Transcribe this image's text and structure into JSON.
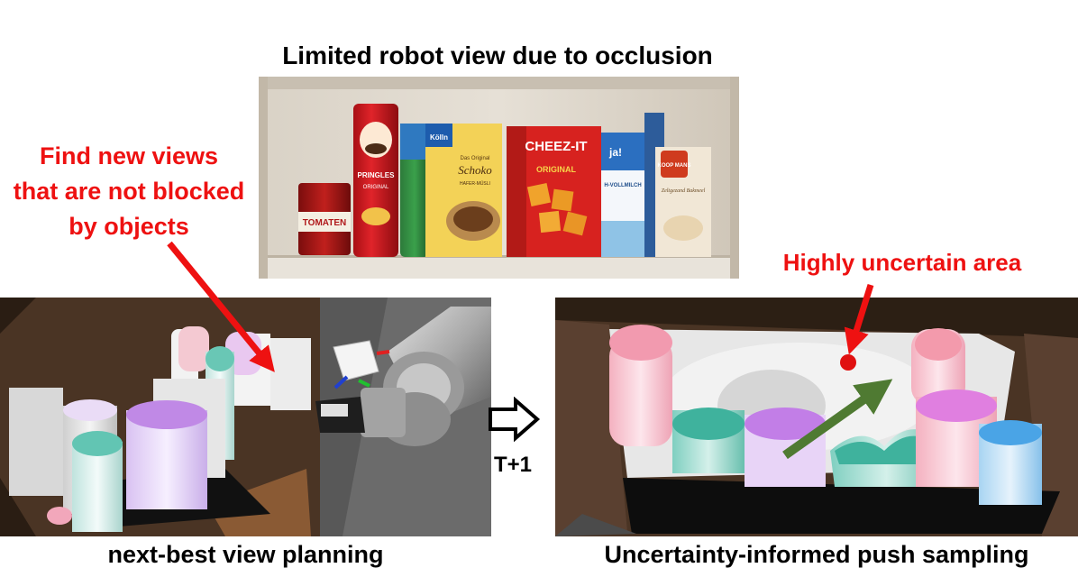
{
  "top_caption": "Limited robot view due to occlusion",
  "left_annotation": [
    "Find new views",
    "that are not blocked",
    "by objects"
  ],
  "right_annotation": "Highly uncertain area",
  "transition_label": "T+1",
  "bottom_left_caption": "next-best view planning",
  "bottom_right_caption": "Uncertainty-informed push sampling",
  "shelf_items": {
    "pringles_brand": "PRINGLES",
    "pringles_flavor": "ORIGINAL",
    "tomato_can": "TOMATEN",
    "cereal_brand": "Kölln",
    "cereal_tag": "Das Original",
    "cereal_name": "Schoko",
    "cereal_sub": "HAFER-MÜSLI",
    "cheezit_brand": "CHEEZ-IT",
    "cheezit_flavor": "ORIGINAL",
    "milk_brand": "ja!",
    "milk_name": "H-VOLLMILCH",
    "baking_brand": "KOOP MANS",
    "baking_name": "Zeltgezand Bakmeel"
  },
  "colors": {
    "annotation_red": "#ee1111",
    "push_arrow_green": "#4f7a32",
    "uncertain_point": "#e01010"
  }
}
